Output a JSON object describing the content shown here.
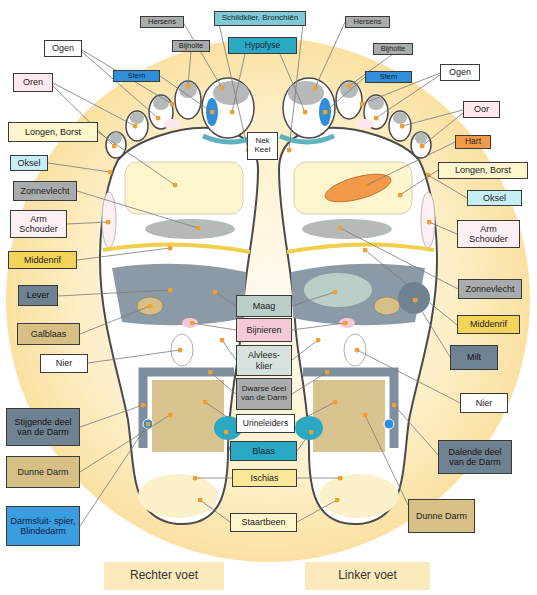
{
  "diagram": {
    "nodes": [
      {
        "text": [
          "Schildklier, Bronchiën"
        ]
      },
      {
        "text": [
          "Hersens"
        ]
      },
      {
        "text": [
          "Hersens"
        ]
      },
      {
        "text": [
          "Hypofyse"
        ]
      },
      {
        "text": [
          "Ogen"
        ]
      },
      {
        "text": [
          "Bijholte"
        ]
      },
      {
        "text": [
          "Bijholte"
        ]
      },
      {
        "text": [
          "Ogen"
        ]
      },
      {
        "text": [
          "Stem"
        ]
      },
      {
        "text": [
          "Stem"
        ]
      },
      {
        "text": [
          "Oren"
        ]
      },
      {
        "text": [
          "Oor"
        ]
      },
      {
        "text": [
          "Longen, Borst"
        ]
      },
      {
        "text": [
          "Nek Keel"
        ]
      },
      {
        "text": [
          "Hart"
        ]
      },
      {
        "text": [
          "Oksel"
        ]
      },
      {
        "text": [
          "Longen, Borst"
        ]
      },
      {
        "text": [
          "Zonnevlecht"
        ]
      },
      {
        "text": [
          "Oksel"
        ]
      },
      {
        "text": [
          "Arm Schouder"
        ]
      },
      {
        "text": [
          "Arm Schouder"
        ]
      },
      {
        "text": [
          "Middenrif"
        ]
      },
      {
        "text": [
          "Zonnevlecht"
        ]
      },
      {
        "text": [
          "Lever"
        ]
      },
      {
        "text": [
          "Maag"
        ]
      },
      {
        "text": [
          "Middenrif"
        ]
      },
      {
        "text": [
          "Bijnieren"
        ]
      },
      {
        "text": [
          "Galblaas"
        ]
      },
      {
        "text": [
          "Milt"
        ]
      },
      {
        "text": [
          "Alvlees- klier"
        ]
      },
      {
        "text": [
          "Nier"
        ]
      },
      {
        "text": [
          "Dwarse deel van de Darm"
        ]
      },
      {
        "text": [
          "Nier"
        ]
      },
      {
        "text": [
          "Stijgende deel van de Darm"
        ]
      },
      {
        "text": [
          "Urineleiders"
        ]
      },
      {
        "text": [
          "Dalende deel van de Darm"
        ]
      },
      {
        "text": [
          "Blaas"
        ]
      },
      {
        "text": [
          "Dunne Darm"
        ]
      },
      {
        "text": [
          "Ischias"
        ]
      },
      {
        "text": [
          "Dunne Darm"
        ]
      },
      {
        "text": [
          "Darmsluit- spier, Blindedarm"
        ]
      },
      {
        "text": [
          "Staartbeen"
        ]
      },
      {
        "text": [
          "Rechter voet"
        ]
      },
      {
        "text": [
          "Linker voet"
        ]
      }
    ]
  }
}
